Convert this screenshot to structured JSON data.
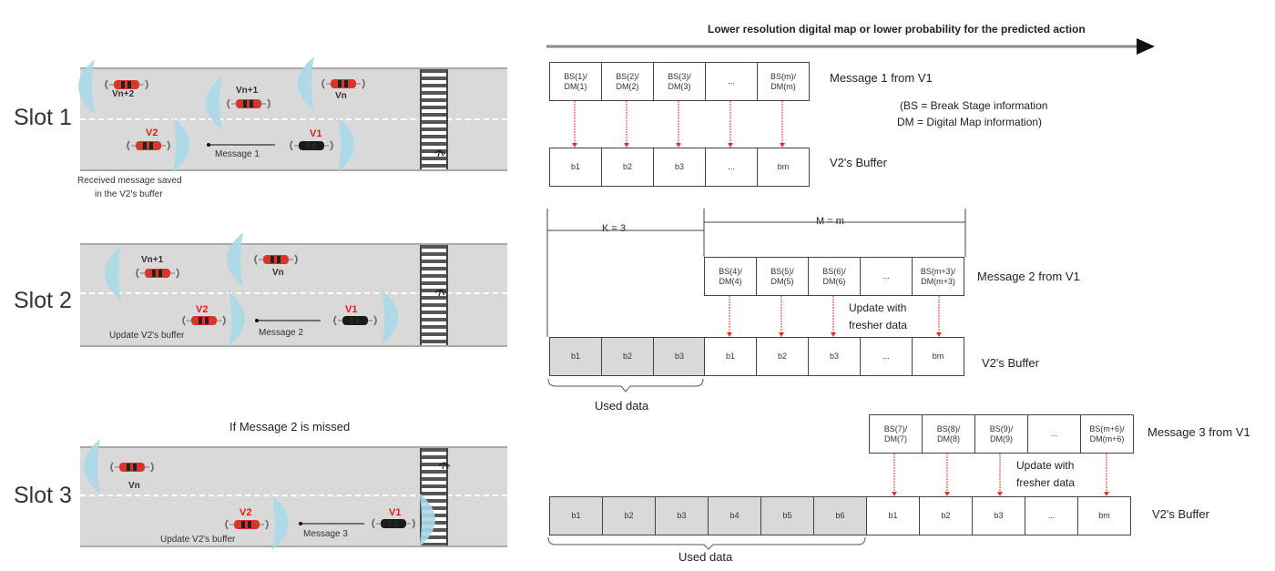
{
  "header": {
    "arrow_caption": "Lower resolution digital map or lower probability for the predicted action"
  },
  "slots": [
    {
      "label": "Slot 1",
      "vehicles": [
        {
          "name": "Vn+2",
          "role": "other"
        },
        {
          "name": "Vn+1",
          "role": "other"
        },
        {
          "name": "Vn",
          "role": "other"
        },
        {
          "name": "V2",
          "role": "receiver"
        },
        {
          "name": "V1",
          "role": "sender"
        }
      ],
      "message_label": "Message 1",
      "caption_line1": "Received message saved",
      "caption_line2": "in the V2's buffer"
    },
    {
      "label": "Slot 2",
      "vehicles": [
        {
          "name": "Vn+1",
          "role": "other"
        },
        {
          "name": "Vn",
          "role": "other"
        },
        {
          "name": "V2",
          "role": "receiver"
        },
        {
          "name": "V1",
          "role": "sender"
        }
      ],
      "message_label": "Message 2",
      "caption": "Update V2's buffer"
    },
    {
      "label": "Slot 3",
      "heading": "If Message 2 is missed",
      "vehicles": [
        {
          "name": "Vn",
          "role": "other"
        },
        {
          "name": "V2",
          "role": "receiver"
        },
        {
          "name": "V1",
          "role": "sender"
        }
      ],
      "message_label": "Message 3",
      "caption": "Update V2's buffer"
    }
  ],
  "buffers": {
    "message1": {
      "label": "Message 1 from V1",
      "cells": [
        "BS(1)/\nDM(1)",
        "BS(2)/\nDM(2)",
        "BS(3)/\nDM(3)",
        "...",
        "BS(m)/\nDM(m)"
      ],
      "legend_line1": "(BS = Break Stage information",
      "legend_line2": "DM = Digital Map information)"
    },
    "buffer1": {
      "label": "V2's Buffer",
      "cells": [
        "b1",
        "b2",
        "b3",
        "...",
        "bm"
      ]
    },
    "message2": {
      "label": "Message 2 from V1",
      "cells": [
        "BS(4)/\nDM(4)",
        "BS(5)/\nDM(5)",
        "BS(6)/\nDM(6)",
        "...",
        "BS(m+3)/\nDM(m+3)"
      ],
      "k_label": "K = 3",
      "m_label": "M = m",
      "update_line1": "Update with",
      "update_line2": "fresher data"
    },
    "buffer2": {
      "label": "V2's Buffer",
      "used_cells": [
        "b1",
        "b2",
        "b3"
      ],
      "cells": [
        "b1",
        "b2",
        "b3",
        "...",
        "bm"
      ],
      "used_label": "Used data"
    },
    "message3": {
      "label": "Message 3 from V1",
      "cells": [
        "BS(7)/\nDM(7)",
        "BS(8)/\nDM(8)",
        "BS(9)/\nDM(9)",
        "...",
        "BS(m+6)/\nDM(m+6)"
      ],
      "update_line1": "Update with",
      "update_line2": "fresher data"
    },
    "buffer3": {
      "label": "V2's Buffer",
      "used_cells": [
        "b1",
        "b2",
        "b3",
        "b4",
        "b5",
        "b6"
      ],
      "cells": [
        "b1",
        "b2",
        "b3",
        "...",
        "bm"
      ],
      "used_label": "Used data"
    }
  },
  "colors": {
    "road": "#d9d9d9",
    "signal": "#a8d8e8",
    "car_red": "#d9362b",
    "car_black": "#1a1a1a",
    "label_red": "#e01b1b",
    "arrow_red": "#e83030",
    "used_cell": "#d9d9d9"
  }
}
